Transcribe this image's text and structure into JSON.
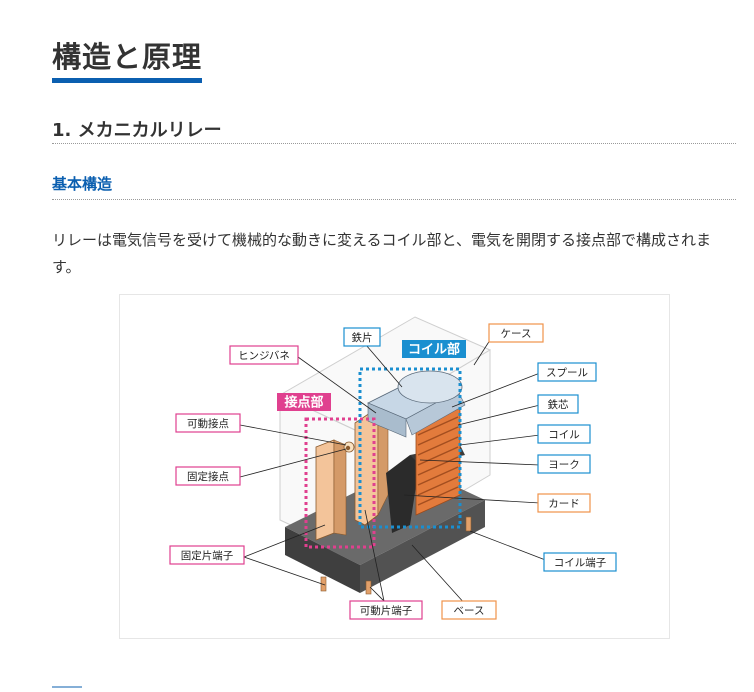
{
  "page": {
    "title": "構造と原理",
    "section_heading": "1. メカニカルリレー",
    "sub_heading": "基本構造",
    "paragraph": "リレーは電気信号を受けて機械的な動きに変えるコイル部と、電気を開閉する接点部で構成されます。"
  },
  "diagram": {
    "group_labels": {
      "coil_section": "コイル部",
      "contact_section": "接点部"
    },
    "labels": {
      "armature": "鉄片",
      "case": "ケース",
      "hinge_spring": "ヒンジバネ",
      "spool": "スプール",
      "iron_core": "鉄芯",
      "movable_contact": "可動接点",
      "coil": "コイル",
      "yoke": "ヨーク",
      "fixed_contact": "固定接点",
      "card": "カード",
      "fixed_terminal": "固定片端子",
      "coil_terminal": "コイル端子",
      "movable_terminal": "可動片端子",
      "base": "ベース"
    },
    "colors": {
      "pink": "#e0408f",
      "blue": "#1a8fd0",
      "orange": "#f0924a",
      "copper": "#f3c49a",
      "base": "#4a4a4a"
    }
  }
}
